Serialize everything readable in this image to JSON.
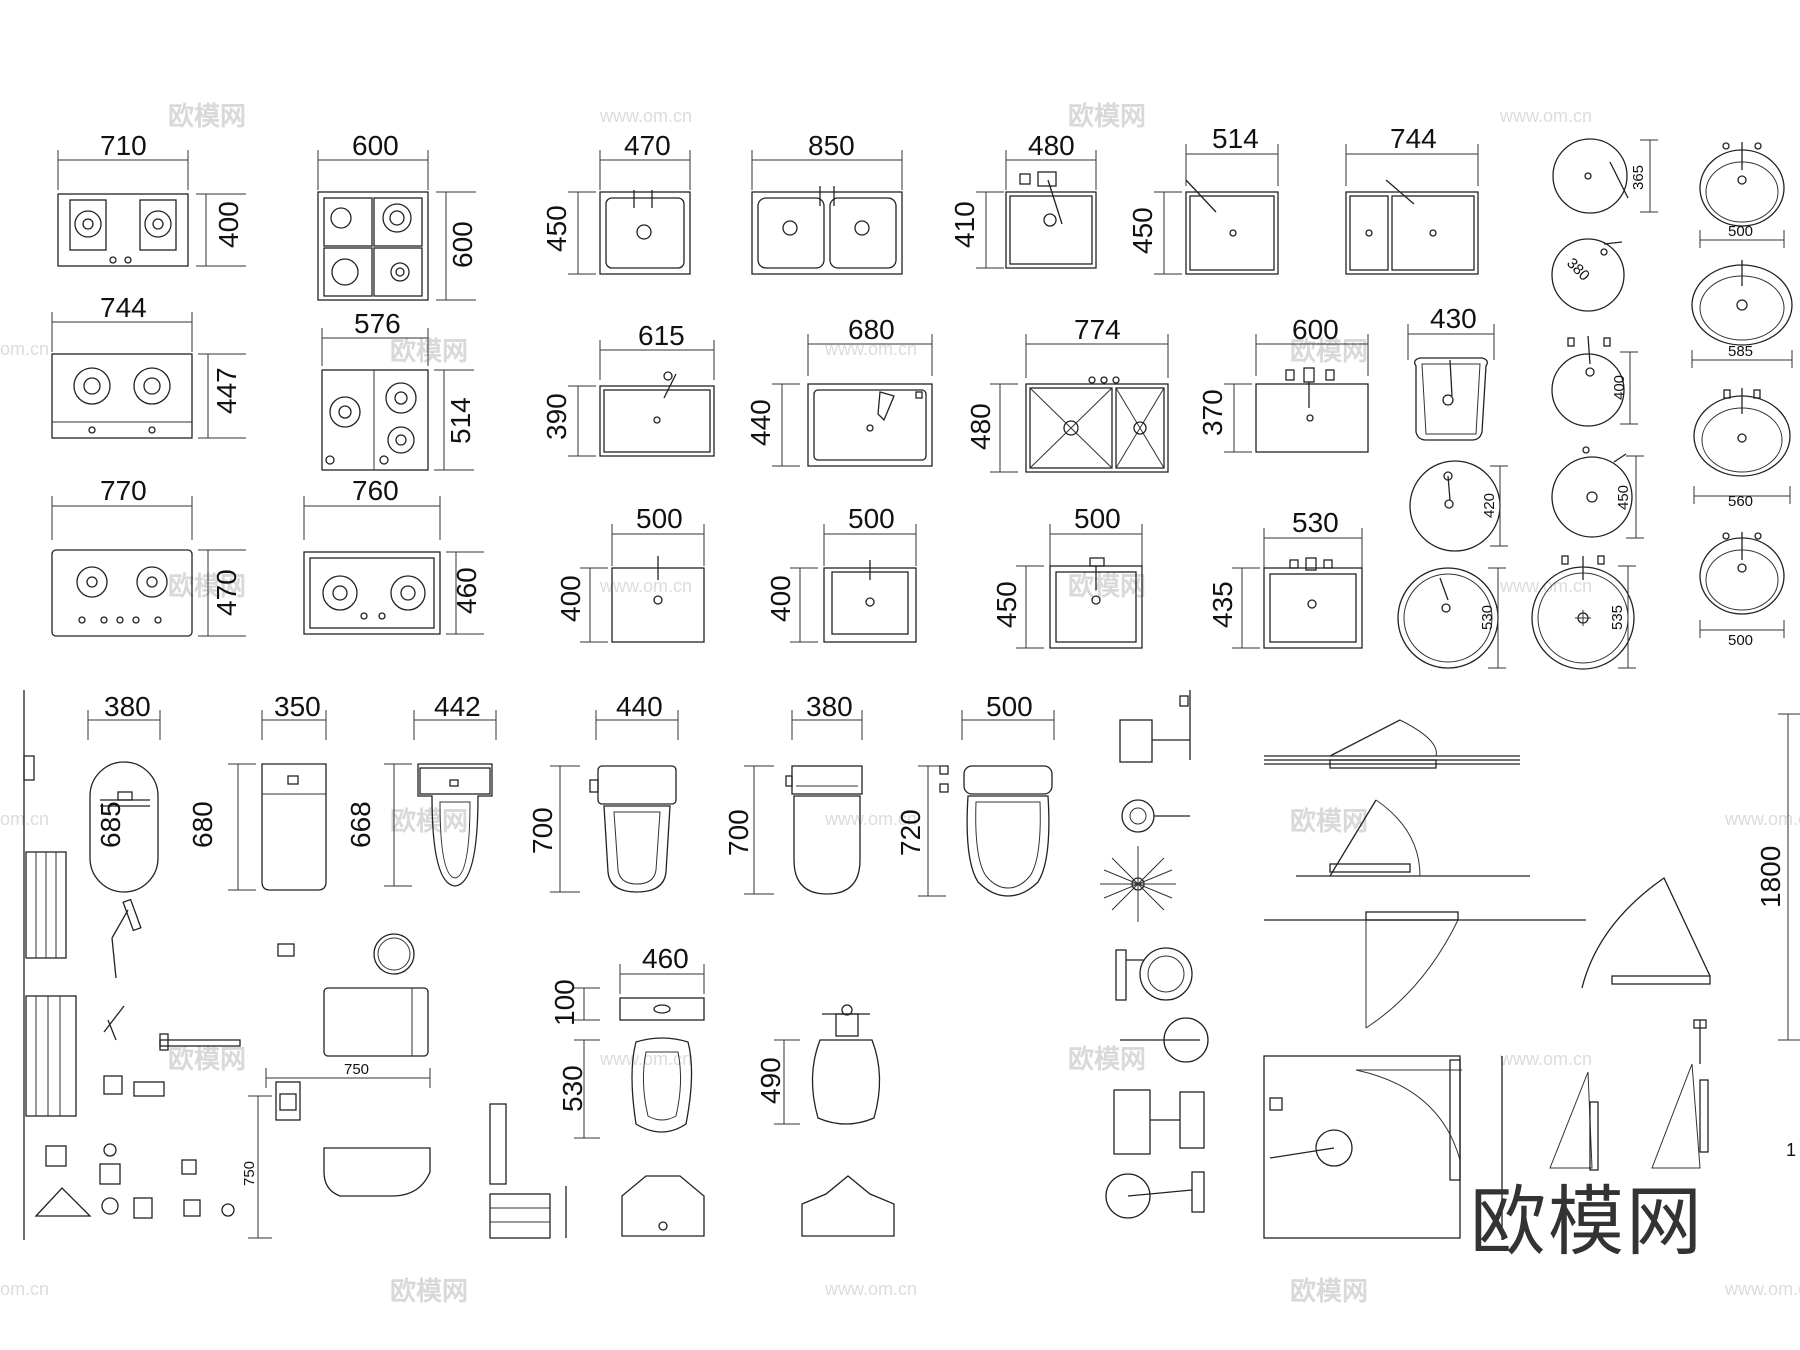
{
  "watermarks": {
    "brand": "欧模网",
    "url": "www.om.cn",
    "url_short": "om.cn"
  },
  "logo_text": "欧模网",
  "edge_marks": {
    "bracket": "【",
    "digit": "1"
  },
  "stoves": {
    "a_w": "710",
    "a_h": "400",
    "b_w": "600",
    "b_h": "600",
    "c_w": "744",
    "c_h": "447",
    "d_w": "576",
    "d_h": "514",
    "e_w": "770",
    "e_h": "470",
    "f_w": "760",
    "f_h": "460"
  },
  "sinks": {
    "a_w": "470",
    "a_h": "450",
    "b_w": "850",
    "c_w": "480",
    "c_h": "410",
    "d_w": "514",
    "d_h": "450",
    "e_w": "744",
    "f_w": "615",
    "f_h": "390",
    "g_w": "680",
    "g_h": "440",
    "h_w": "774",
    "h_h": "480",
    "i_w": "600",
    "i_h": "370",
    "j_w": "500",
    "j_h": "400",
    "k_w": "500",
    "k_h": "400",
    "l_w": "500",
    "l_h": "450",
    "m_w": "530",
    "m_h": "435"
  },
  "basins": {
    "sq_w": "430",
    "r420": "420",
    "r530": "530",
    "r365": "365",
    "r380": "380",
    "r400": "400",
    "r450": "450",
    "r535": "535",
    "ov500a": "500",
    "ov585": "585",
    "ov560": "560",
    "ov500b": "500"
  },
  "toilets": {
    "a_w": "380",
    "a_h": "685",
    "b_w": "350",
    "b_h": "680",
    "c_w": "442",
    "c_h": "668",
    "d_w": "440",
    "d_h": "700",
    "e_w": "380",
    "e_h": "700",
    "f_w": "500",
    "f_h": "720",
    "wall_w": "750",
    "wall_h": "750"
  },
  "squat": {
    "w": "460",
    "h1": "100",
    "h2": "530",
    "h3": "490"
  },
  "shower": {
    "h": "1800"
  }
}
